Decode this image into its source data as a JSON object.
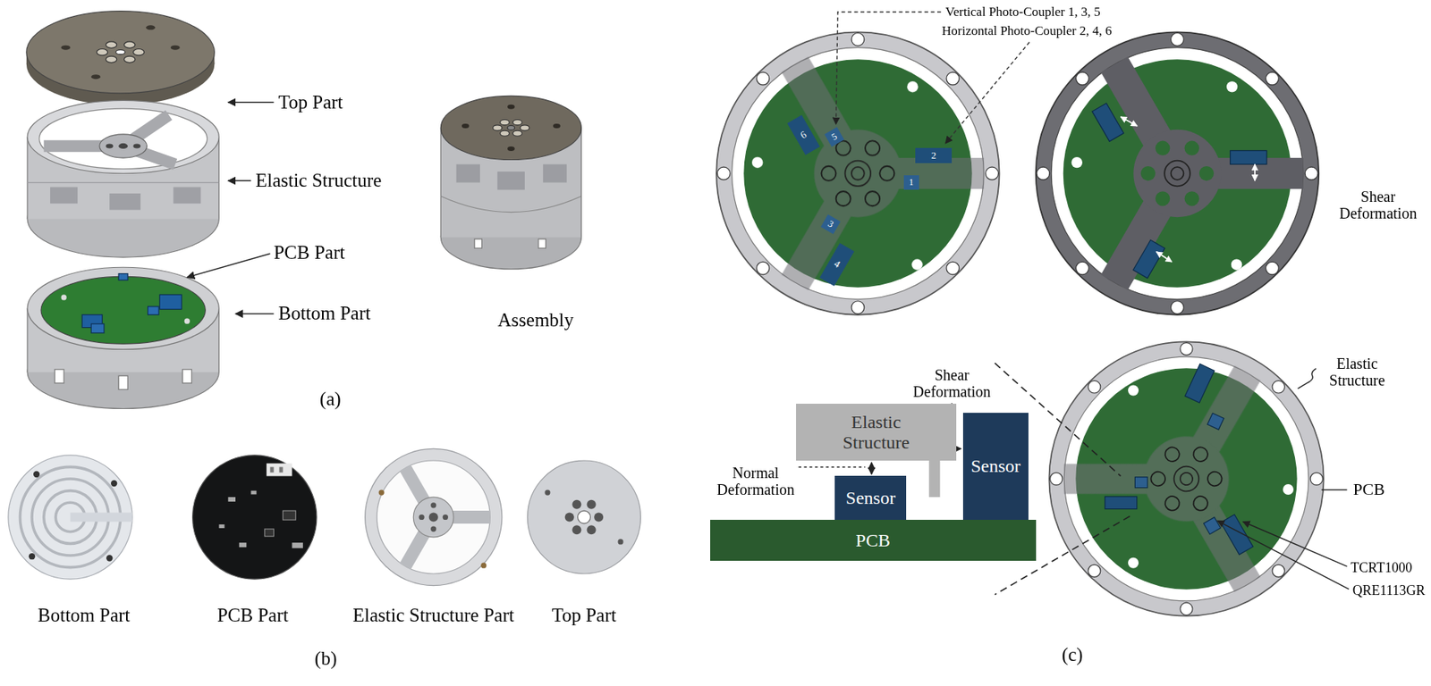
{
  "diagram": {
    "nodes": [
      {
        "text": [
          "6"
        ]
      },
      {
        "text": [
          "5"
        ]
      },
      {
        "text": [
          "2"
        ]
      },
      {
        "text": [
          "1"
        ]
      },
      {
        "text": [
          "3"
        ]
      },
      {
        "text": [
          "4"
        ]
      },
      {
        "text": [
          "Elastic Structure"
        ]
      },
      {
        "text": [
          "Sensor"
        ]
      },
      {
        "text": [
          "Sensor"
        ]
      },
      {
        "text": [
          "PCB"
        ]
      }
    ],
    "labels": [
      "Top Part",
      "Elastic Structure",
      "PCB Part",
      "Bottom Part",
      "Assembly",
      "(a)",
      "Bottom Part",
      "PCB Part",
      "Elastic Structure Part",
      "Top Part",
      "(b)",
      "Vertical Photo-Coupler 1, 3, 5",
      "Horizontal Photo-Coupler 2, 4, 6",
      "Shear Deformation",
      "Shear Deformation",
      "Normal Deformation",
      "Elastic Structure",
      "PCB",
      "TCRT1000",
      "QRE1113GR",
      "(c)"
    ]
  }
}
